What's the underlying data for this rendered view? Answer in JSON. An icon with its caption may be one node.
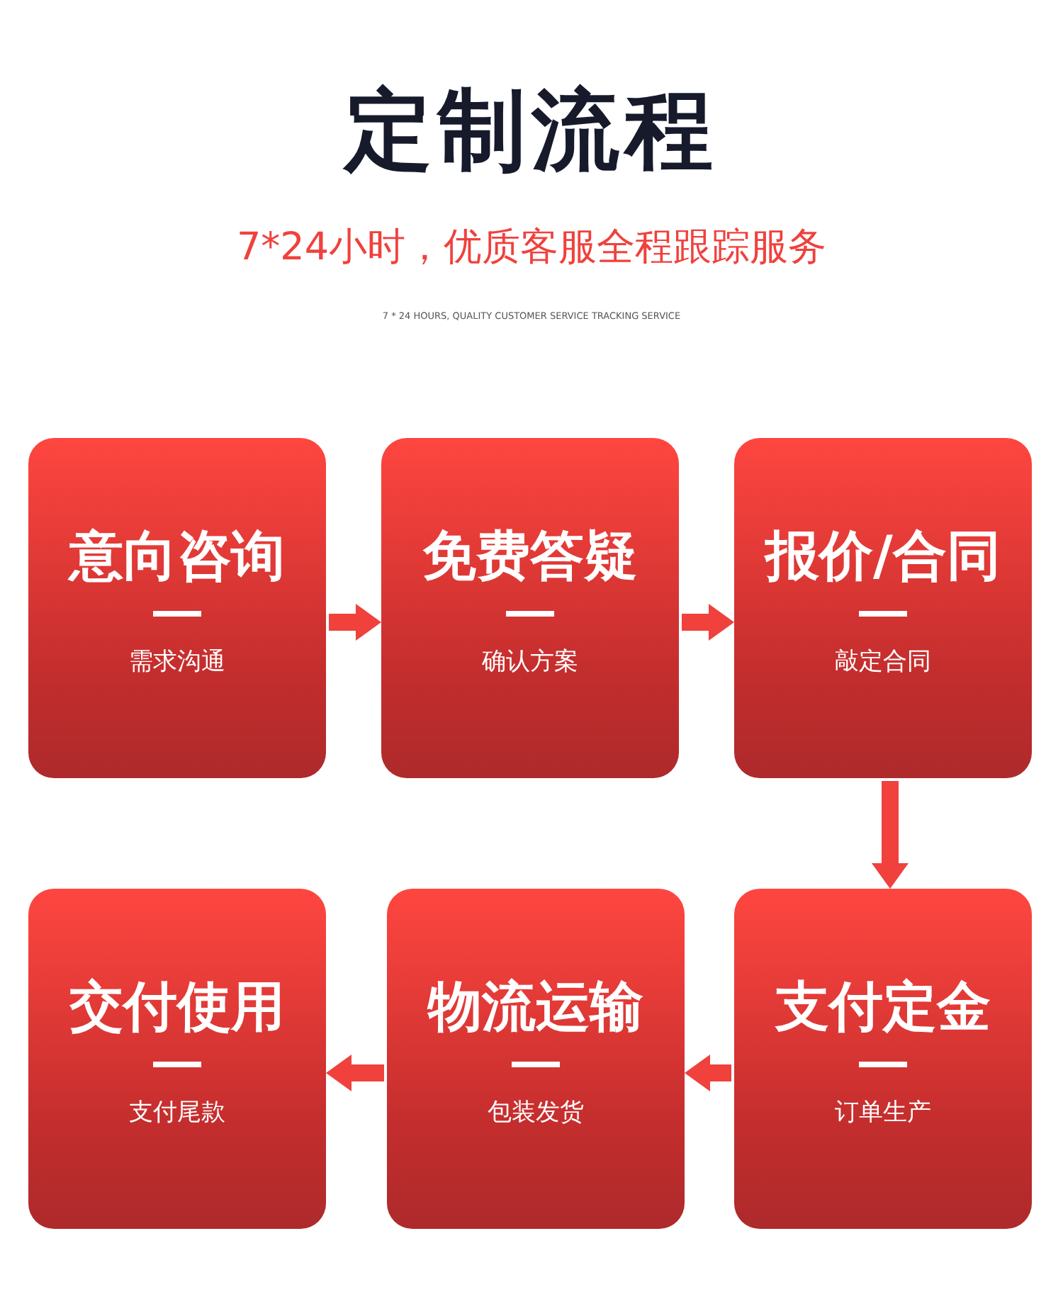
{
  "diagram": {
    "title": "定制流程",
    "nodes": [
      {
        "text": [
          "意向咨询",
          "需求沟通"
        ]
      },
      {
        "text": [
          "免费答疑",
          "确认方案"
        ]
      },
      {
        "text": [
          "报价/合同",
          "敲定合同"
        ]
      },
      {
        "text": [
          "交付使用",
          "支付尾款"
        ]
      },
      {
        "text": [
          "物流运输",
          "包装发货"
        ]
      },
      {
        "text": [
          "支付定金",
          "订单生产"
        ]
      }
    ],
    "edges": [
      {
        "from": 0,
        "to": 1,
        "arrow": "to"
      },
      {
        "from": 1,
        "to": 2,
        "arrow": "to"
      },
      {
        "from": 2,
        "to": 5,
        "arrow": "to"
      },
      {
        "from": 5,
        "to": 4,
        "arrow": "to"
      },
      {
        "from": 4,
        "to": 3,
        "arrow": "to"
      }
    ],
    "labels": [
      "7*24小时，优质客服全程跟踪服务",
      "7 * 24 HOURS, QUALITY CUSTOMER SERVICE TRACKING SERVICE"
    ]
  }
}
